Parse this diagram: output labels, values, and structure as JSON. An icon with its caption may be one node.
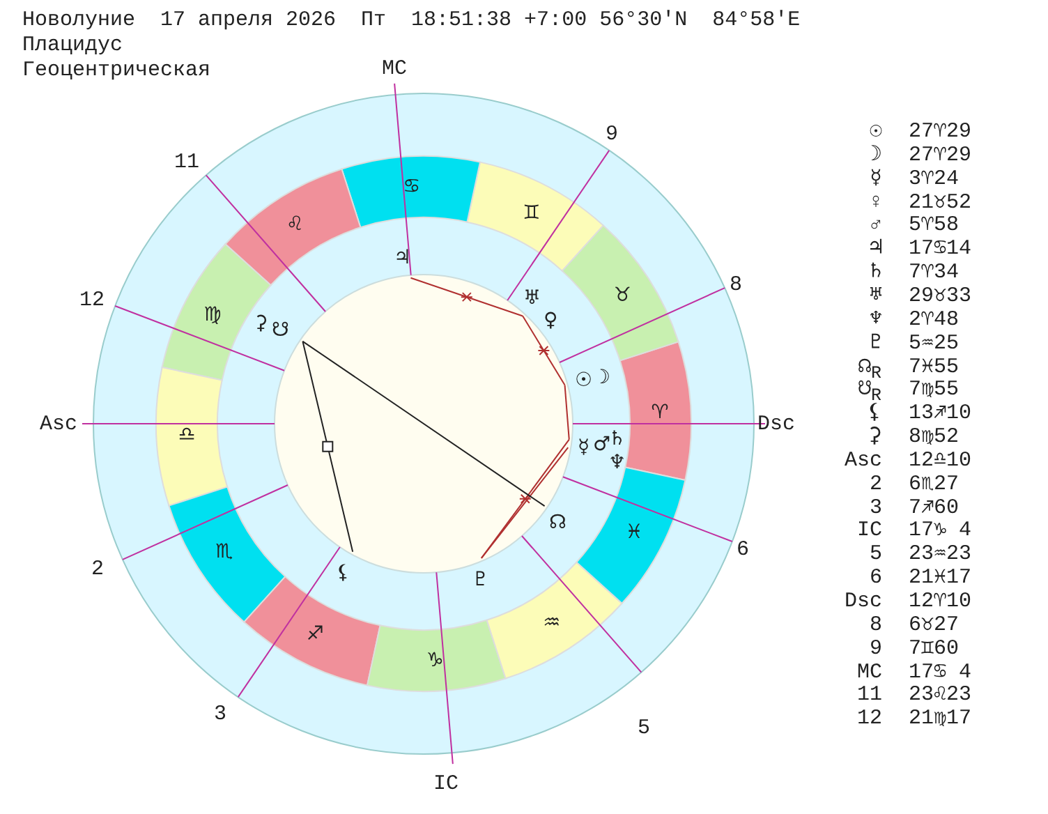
{
  "diagram": {
    "labels": [
      "Новолуние  17 апреля 2026  Пт  18:51:38 +7:00 56°30'N  84°58'E",
      "Плацидус",
      "Геоцентрическая",
      "MC",
      "9",
      "11",
      "8",
      "12",
      "Asc",
      "Dsc",
      "2",
      "6",
      "3",
      "5",
      "IC",
      "♈",
      "♉",
      "♊",
      "♋",
      "♌",
      "♍",
      "♎",
      "♏",
      "♐",
      "♑",
      "♒",
      "♓",
      "♃",
      "♅",
      "⚳",
      "☋",
      "♀",
      "☉",
      "☽",
      "☿",
      "♂",
      "♄",
      "♆",
      "☊",
      "⚸",
      "♇",
      "☉",
      "27♈29",
      "☽",
      "27♈29",
      "☿",
      "3♈24",
      "♀",
      "21♉52",
      "♂",
      "5♈58",
      "♃",
      "17♋14",
      "♄",
      "7♈34",
      "♅",
      "29♉33",
      "♆",
      "2♈48",
      "♇",
      "5♒25",
      "☊$_{R}$",
      "7♓55",
      "☋$_{R}$",
      "7♍55",
      "⚸",
      "13♐10",
      "⚳",
      "8♍52",
      "Asc",
      "12♎10",
      "2",
      "6♏27",
      "3",
      "7♐60",
      "IC",
      "17♑ 4",
      "5",
      "23♒23",
      "6",
      "21♓17",
      "Dsc",
      "12♈10",
      "8",
      "6♉27",
      "9",
      "7♊60",
      "MC",
      "17♋ 4",
      "11",
      "23♌23",
      "12",
      "21♍17"
    ]
  }
}
